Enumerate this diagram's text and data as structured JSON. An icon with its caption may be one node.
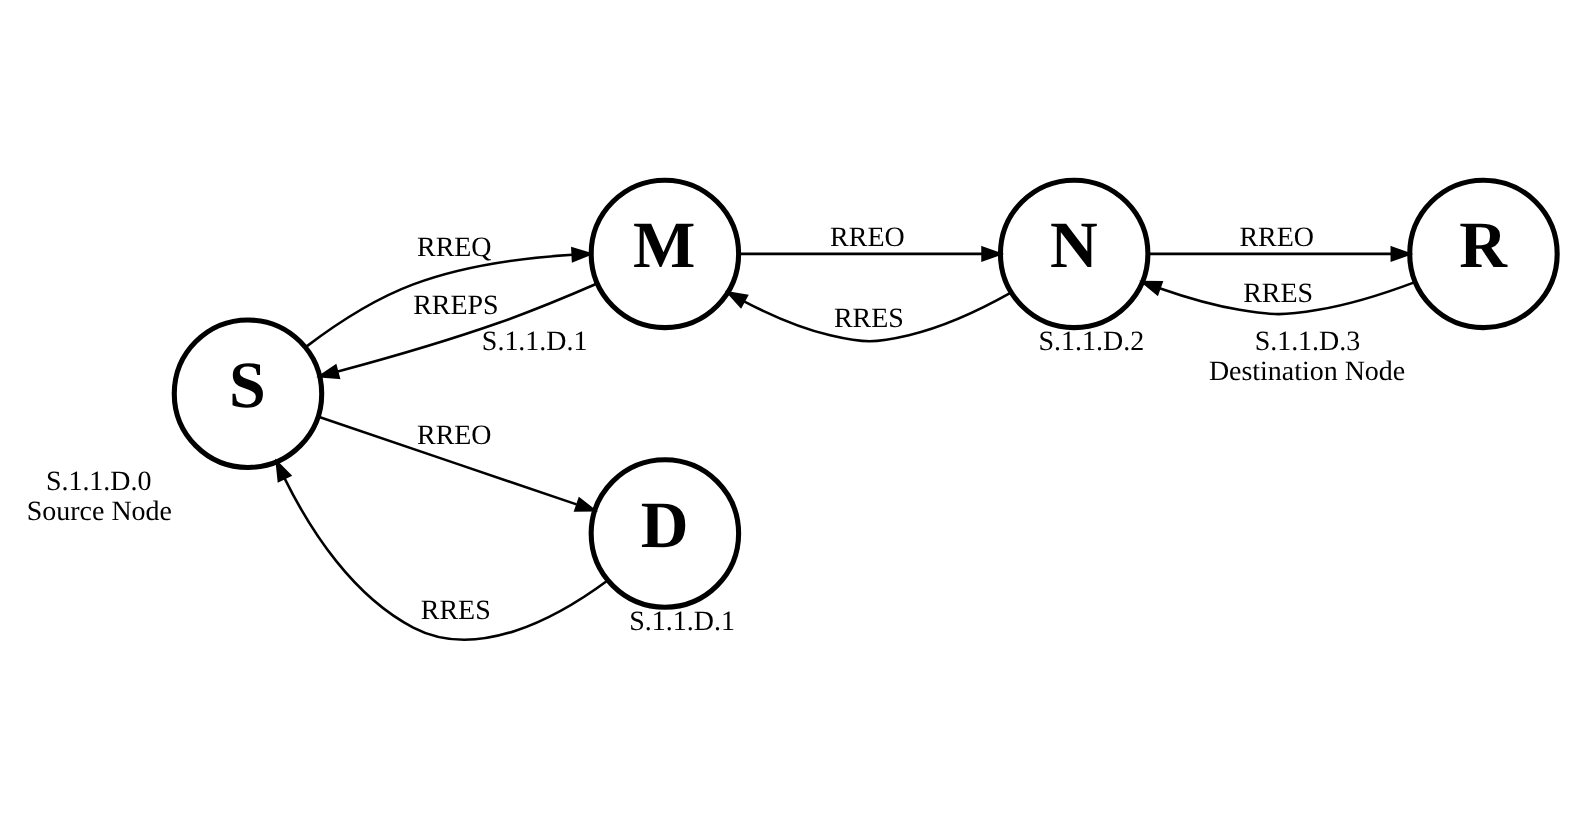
{
  "diagram": {
    "nodes": [
      {
        "text": [
          "S"
        ],
        "beside": [
          "S.1.1.D.0",
          "Source Node"
        ]
      },
      {
        "text": [
          "M"
        ],
        "beside": [
          "S.1.1.D.1"
        ]
      },
      {
        "text": [
          "N"
        ],
        "beside": [
          "S.1.1.D.2"
        ]
      },
      {
        "text": [
          "R"
        ],
        "beside": [
          "S.1.1.D.3",
          "Destination Node"
        ]
      },
      {
        "text": [
          "D"
        ],
        "beside": [
          "S.1.1.D.1"
        ]
      }
    ],
    "edges": [
      {
        "from": 0,
        "to": 1,
        "arrow": "to",
        "label": "RREQ"
      },
      {
        "from": 1,
        "to": 0,
        "arrow": "to",
        "label": "RREPS"
      },
      {
        "from": 2,
        "to": 1,
        "arrow": "to",
        "label": "RRES"
      },
      {
        "from": 1,
        "to": 2,
        "arrow": "to",
        "label": "RREO"
      },
      {
        "from": 2,
        "to": 3,
        "arrow": "to",
        "label": "RREO"
      },
      {
        "from": 3,
        "to": 2,
        "arrow": "to",
        "label": "RRES"
      },
      {
        "from": 4,
        "to": 0,
        "arrow": "to",
        "label": "RRES"
      },
      {
        "from": 0,
        "to": 4,
        "arrow": "to",
        "label": "RREO"
      }
    ]
  }
}
